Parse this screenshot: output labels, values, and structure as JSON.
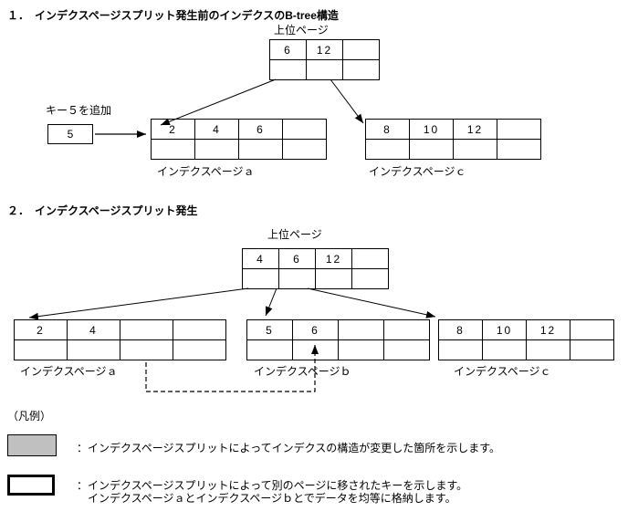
{
  "colors": {
    "changed_fill": "#c0c0c0"
  },
  "s1": {
    "title": "１．　インデクスページスプリット発生前のインデクスのB-tree構造",
    "upper_label": "上位ページ",
    "upper_cells": [
      "6",
      "12",
      ""
    ],
    "add_key_label": "キー５を追加",
    "add_key_value": "5",
    "page_a": {
      "cells": [
        "2",
        "4",
        "6",
        ""
      ],
      "label": "インデクスページａ"
    },
    "page_c": {
      "cells": [
        "8",
        "10",
        "12",
        ""
      ],
      "label": "インデクスページｃ"
    }
  },
  "s2": {
    "title": "２．　インデクスページスプリット発生",
    "upper_label": "上位ページ",
    "upper_cells": [
      "4",
      "6",
      "12",
      ""
    ],
    "page_a": {
      "cells": [
        "2",
        "4",
        "",
        ""
      ],
      "label": "インデクスページａ"
    },
    "page_b": {
      "cells": [
        "5",
        "6",
        "",
        ""
      ],
      "label": "インデクスページｂ"
    },
    "page_c": {
      "cells": [
        "8",
        "10",
        "12",
        ""
      ],
      "label": "インデクスページｃ"
    }
  },
  "legend": {
    "heading": "（凡例）",
    "changed_text": "：インデクスページスプリットによってインデクスの構造が変更した箇所を示します。",
    "moved_text_line1": "：インデクスページスプリットによって別のページに移されたキーを示します。",
    "moved_text_line2": "インデクスページａとインデクスページｂとでデータを均等に格納します。"
  }
}
